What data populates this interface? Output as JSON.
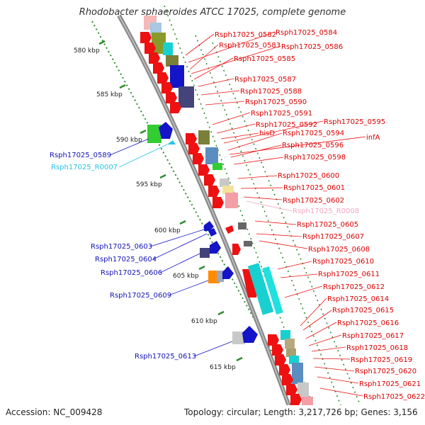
{
  "title": "Rhodobacter sphaeroides ATCC 17025, complete genome",
  "footer": {
    "accession": "Accession: NC_009428",
    "topology": "Topology: circular; Length: 3,217,726 bp; Genes: 3,156"
  },
  "colors": {
    "axis_line": "#8a8a8a",
    "scale_ticks": "#2e8b2e",
    "forward_gene": "#ee1111",
    "reverse_gene": "#1a1ad0",
    "forward_label": "#dd0000",
    "reverse_label": "#1414b4",
    "trna_forward": "#f4a6c4",
    "trna_reverse": "#29c3e6"
  },
  "scale_labels": [
    "580 kbp",
    "585 kbp",
    "590 kbp",
    "595 kbp",
    "600 kbp",
    "605 kbp",
    "610 kbp",
    "615 kbp"
  ],
  "forward_labels": [
    "Rsph17025_0582",
    "Rsph17025_0584",
    "Rsph17025_0583",
    "Rsph17025_0586",
    "Rsph17025_0585",
    "Rsph17025_0587",
    "Rsph17025_0588",
    "Rsph17025_0590",
    "Rsph17025_0591",
    "Rsph17025_0595",
    "Rsph17025_0592",
    "hisD",
    "Rsph17025_0594",
    "infA",
    "Rsph17025_0596",
    "Rsph17025_0598",
    "Rsph17025_0600",
    "Rsph17025_0601",
    "Rsph17025_0602",
    "Rsph17025_R0008",
    "Rsph17025_0605",
    "Rsph17025_0607",
    "Rsph17025_0608",
    "Rsph17025_0610",
    "Rsph17025_0611",
    "Rsph17025_0612",
    "Rsph17025_0614",
    "Rsph17025_0615",
    "Rsph17025_0616",
    "Rsph17025_0617",
    "Rsph17025_0618",
    "Rsph17025_0619",
    "Rsph17025_0620",
    "Rsph17025_0621",
    "Rsph17025_0622"
  ],
  "reverse_labels": [
    "Rsph17025_0589",
    "Rsph17025_R0007",
    "Rsph17025_0603",
    "Rsph17025_0604",
    "Rsph17025_0606",
    "Rsph17025_0609",
    "Rsph17025_0613"
  ]
}
